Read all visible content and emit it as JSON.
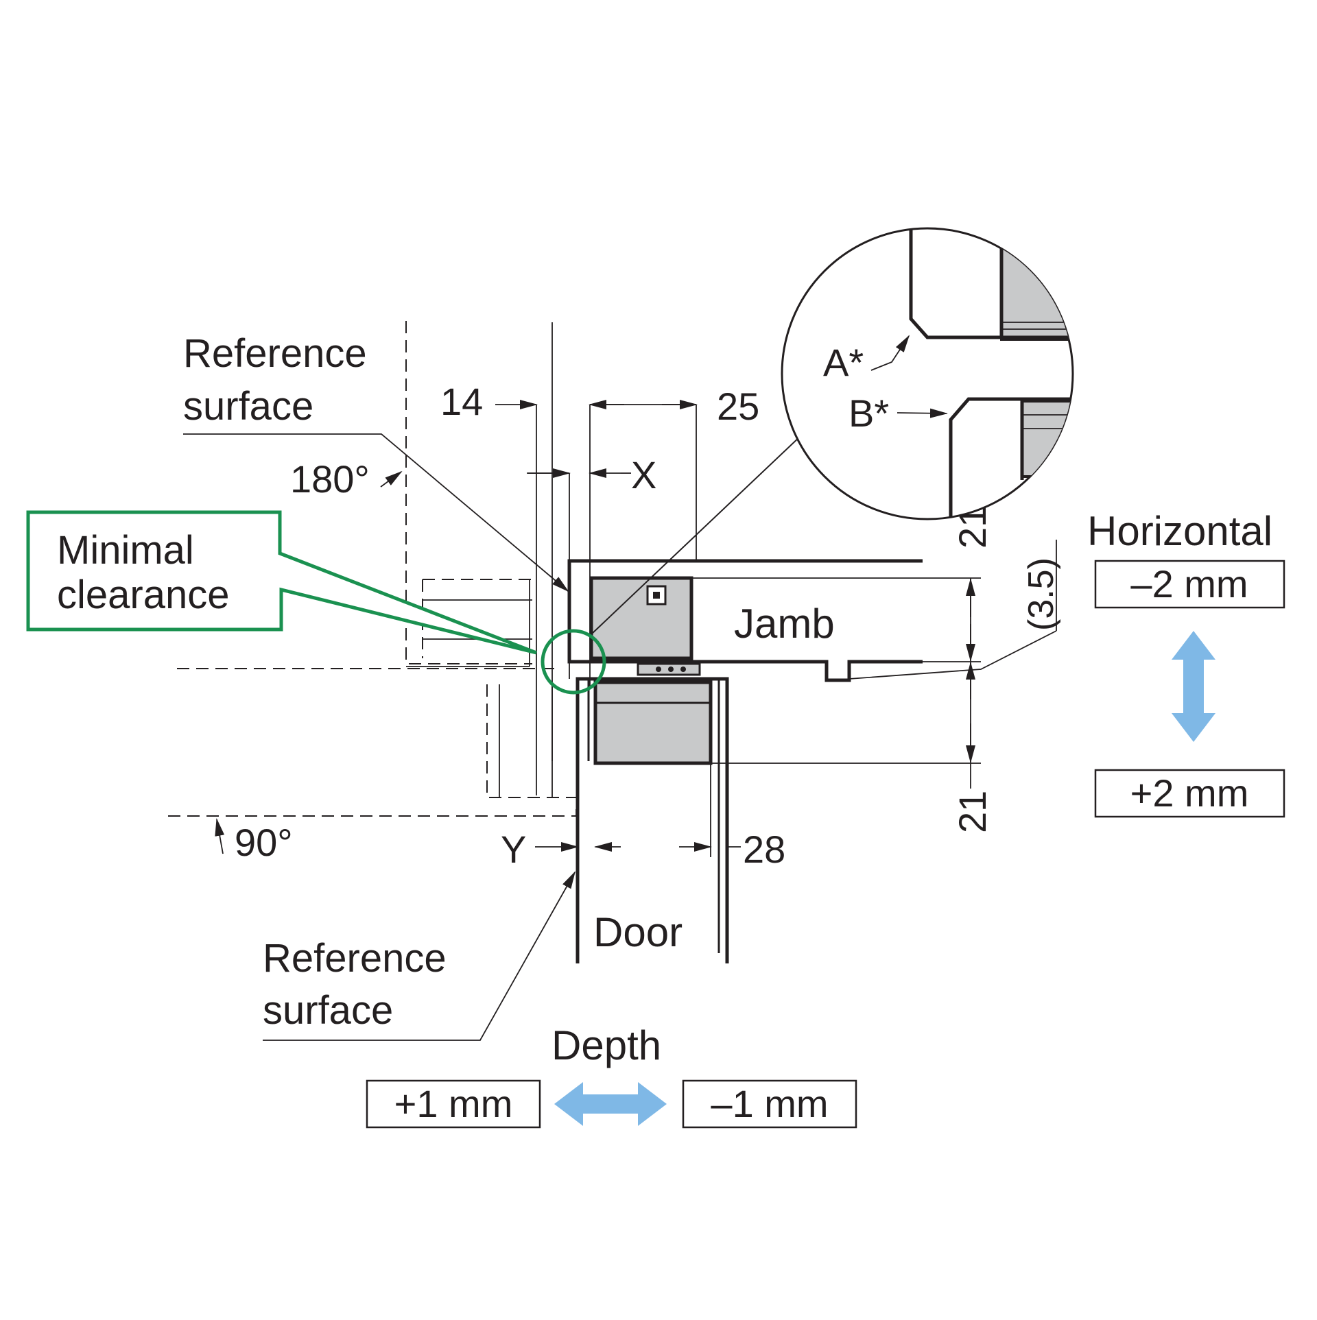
{
  "labels": {
    "reference_surface_top_line1": "Reference",
    "reference_surface_top_line2": "surface",
    "dim_14": "14",
    "dim_25": "25",
    "dim_x": "X",
    "angle_180": "180°",
    "minimal_clearance_line1": "Minimal",
    "minimal_clearance_line2": "clearance",
    "jamb": "Jamb",
    "dim_21_top": "21",
    "dim_21_bottom": "21",
    "dim_3_5": "(3.5)",
    "angle_90": "90°",
    "dim_y": "Y",
    "dim_28": "28",
    "door": "Door",
    "reference_surface_bottom_line1": "Reference",
    "reference_surface_bottom_line2": "surface",
    "detail_a": "A*",
    "detail_b": "B*"
  },
  "adjustment": {
    "horizontal_title": "Horizontal",
    "horizontal_minus": "–2 mm",
    "horizontal_plus": "+2 mm",
    "depth_title": "Depth",
    "depth_plus": "+1 mm",
    "depth_minus": "–1 mm"
  },
  "colors": {
    "line": "#231f20",
    "callout_green": "#1a9150",
    "arrow_blue": "#7fb8e6",
    "part_gray": "#c8c9ca"
  }
}
